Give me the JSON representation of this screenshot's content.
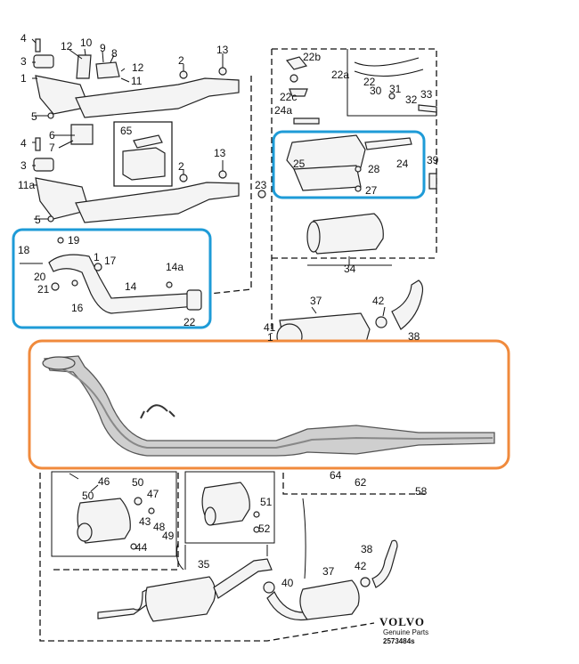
{
  "labels": {
    "l4a": "4",
    "l3a": "3",
    "l1": "1",
    "l5a": "5",
    "l12a": "12",
    "l10": "10",
    "l9": "9",
    "l8": "8",
    "l12b": "12",
    "l11a": "11",
    "l2a": "2",
    "l13a": "13",
    "l65": "65",
    "l6": "6",
    "l7": "7",
    "l4b": "4",
    "l3b": "3",
    "l11b": "11a",
    "l5b": "5",
    "l2b": "2",
    "l13b": "13",
    "l23": "23",
    "l22b": "22b",
    "l22a": "22a",
    "l22c": "22c",
    "l22d": "22",
    "l30": "30",
    "l31": "31",
    "l32": "32",
    "l33": "33",
    "l24a": "24a",
    "l25": "25",
    "l28": "28",
    "l24": "24",
    "l27": "27",
    "l39": "39",
    "l34": "34",
    "l18": "18",
    "l19": "19",
    "l1b": "1",
    "l17": "17",
    "l20": "20",
    "l21": "21",
    "l16": "16",
    "l14": "14",
    "l14a": "14a",
    "l22e": "22",
    "l37a": "37",
    "l42a": "42",
    "l41": "41",
    "l1c": "1",
    "l38a": "38",
    "l46": "46",
    "l50a": "50",
    "l50b": "50",
    "l47": "47",
    "l43": "43",
    "l48": "48",
    "l49": "49",
    "l44": "44",
    "l51": "51",
    "l52": "52",
    "l64": "64",
    "l62": "62",
    "l58": "58",
    "l35": "35",
    "l40": "40",
    "l37b": "37",
    "l42b": "42",
    "l38b": "38"
  },
  "brand": {
    "name": "VOLVO",
    "line1": "Genuine Parts",
    "code": "2573484s"
  },
  "highlight_colors": {
    "blue": "#1e9bd7",
    "orange": "#f08a3c"
  }
}
